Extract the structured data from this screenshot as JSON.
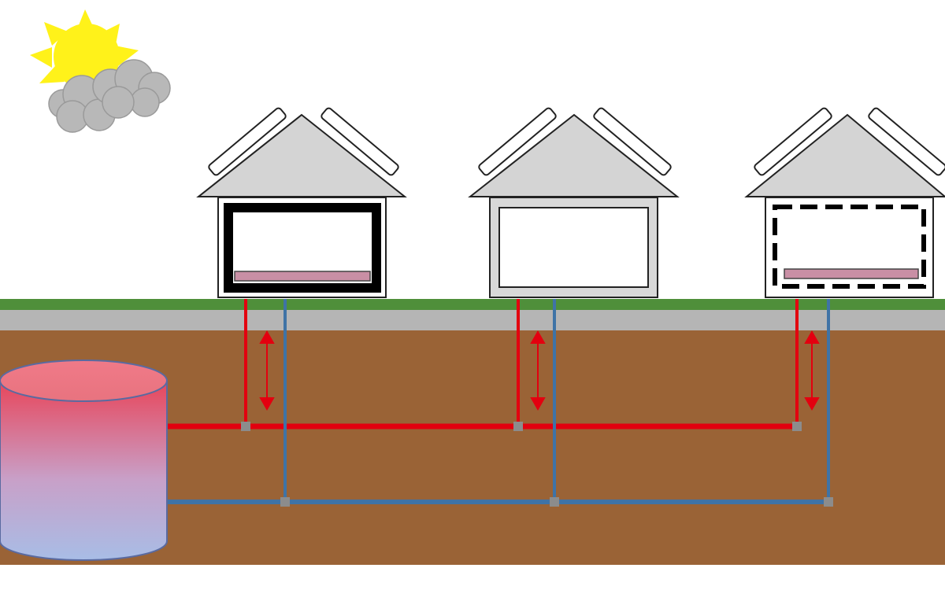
{
  "sky": {
    "sun_icon": "sun-icon",
    "cloud_icon": "cloud-icon"
  },
  "houses": [
    {
      "name": "house-left",
      "insulation": "thick-solid",
      "floor_heating": true
    },
    {
      "name": "house-middle",
      "insulation": "none",
      "floor_heating": false
    },
    {
      "name": "house-right",
      "insulation": "dashed",
      "floor_heating": true
    }
  ],
  "storage_tank": {
    "name": "thermal-storage-tank",
    "top_color": "#e8737f",
    "bottom_color": "#a8bde6"
  },
  "colors": {
    "supply_pipe": "#e3000f",
    "return_pipe": "#3f73a6",
    "soil": "#9a6336",
    "grass": "#4f8f3a",
    "pavement": "#b5b5b5",
    "roof": "#d4d4d4",
    "floor_heating": "#c98fa5",
    "sun": "#fff21a"
  }
}
